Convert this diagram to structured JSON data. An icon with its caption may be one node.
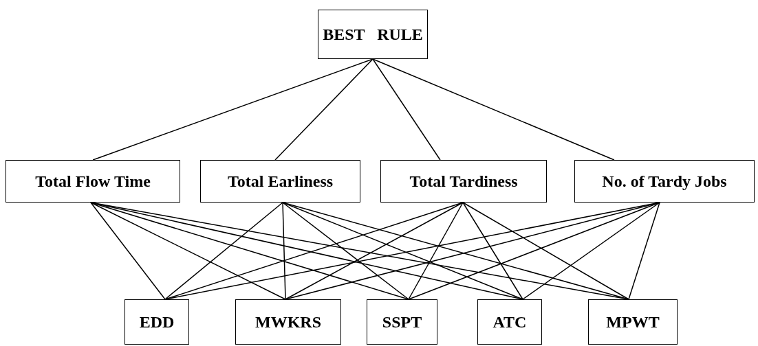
{
  "diagram": {
    "nodes": [
      {
        "text": [
          "BEST   RULE"
        ]
      },
      {
        "text": [
          "Total Flow Time"
        ]
      },
      {
        "text": [
          "Total Earliness"
        ]
      },
      {
        "text": [
          "Total Tardiness"
        ]
      },
      {
        "text": [
          "No. of Tardy Jobs"
        ]
      },
      {
        "text": [
          "EDD"
        ]
      },
      {
        "text": [
          "MWKRS"
        ]
      },
      {
        "text": [
          "SSPT"
        ]
      },
      {
        "text": [
          "ATC"
        ]
      },
      {
        "text": [
          "MPWT"
        ]
      }
    ],
    "edges": [
      {
        "from": 0,
        "to": 1,
        "arrow": "none"
      },
      {
        "from": 0,
        "to": 2,
        "arrow": "none"
      },
      {
        "from": 0,
        "to": 3,
        "arrow": "none"
      },
      {
        "from": 0,
        "to": 4,
        "arrow": "none"
      },
      {
        "from": 1,
        "to": 5,
        "arrow": "none"
      },
      {
        "from": 1,
        "to": 6,
        "arrow": "none"
      },
      {
        "from": 1,
        "to": 7,
        "arrow": "none"
      },
      {
        "from": 1,
        "to": 8,
        "arrow": "none"
      },
      {
        "from": 1,
        "to": 9,
        "arrow": "none"
      },
      {
        "from": 2,
        "to": 5,
        "arrow": "none"
      },
      {
        "from": 2,
        "to": 6,
        "arrow": "none"
      },
      {
        "from": 2,
        "to": 7,
        "arrow": "none"
      },
      {
        "from": 2,
        "to": 8,
        "arrow": "none"
      },
      {
        "from": 2,
        "to": 9,
        "arrow": "none"
      },
      {
        "from": 3,
        "to": 5,
        "arrow": "none"
      },
      {
        "from": 3,
        "to": 6,
        "arrow": "none"
      },
      {
        "from": 3,
        "to": 7,
        "arrow": "none"
      },
      {
        "from": 3,
        "to": 8,
        "arrow": "none"
      },
      {
        "from": 3,
        "to": 9,
        "arrow": "none"
      },
      {
        "from": 4,
        "to": 5,
        "arrow": "none"
      },
      {
        "from": 4,
        "to": 6,
        "arrow": "none"
      },
      {
        "from": 4,
        "to": 7,
        "arrow": "none"
      },
      {
        "from": 4,
        "to": 8,
        "arrow": "none"
      },
      {
        "from": 4,
        "to": 9,
        "arrow": "none"
      }
    ]
  }
}
